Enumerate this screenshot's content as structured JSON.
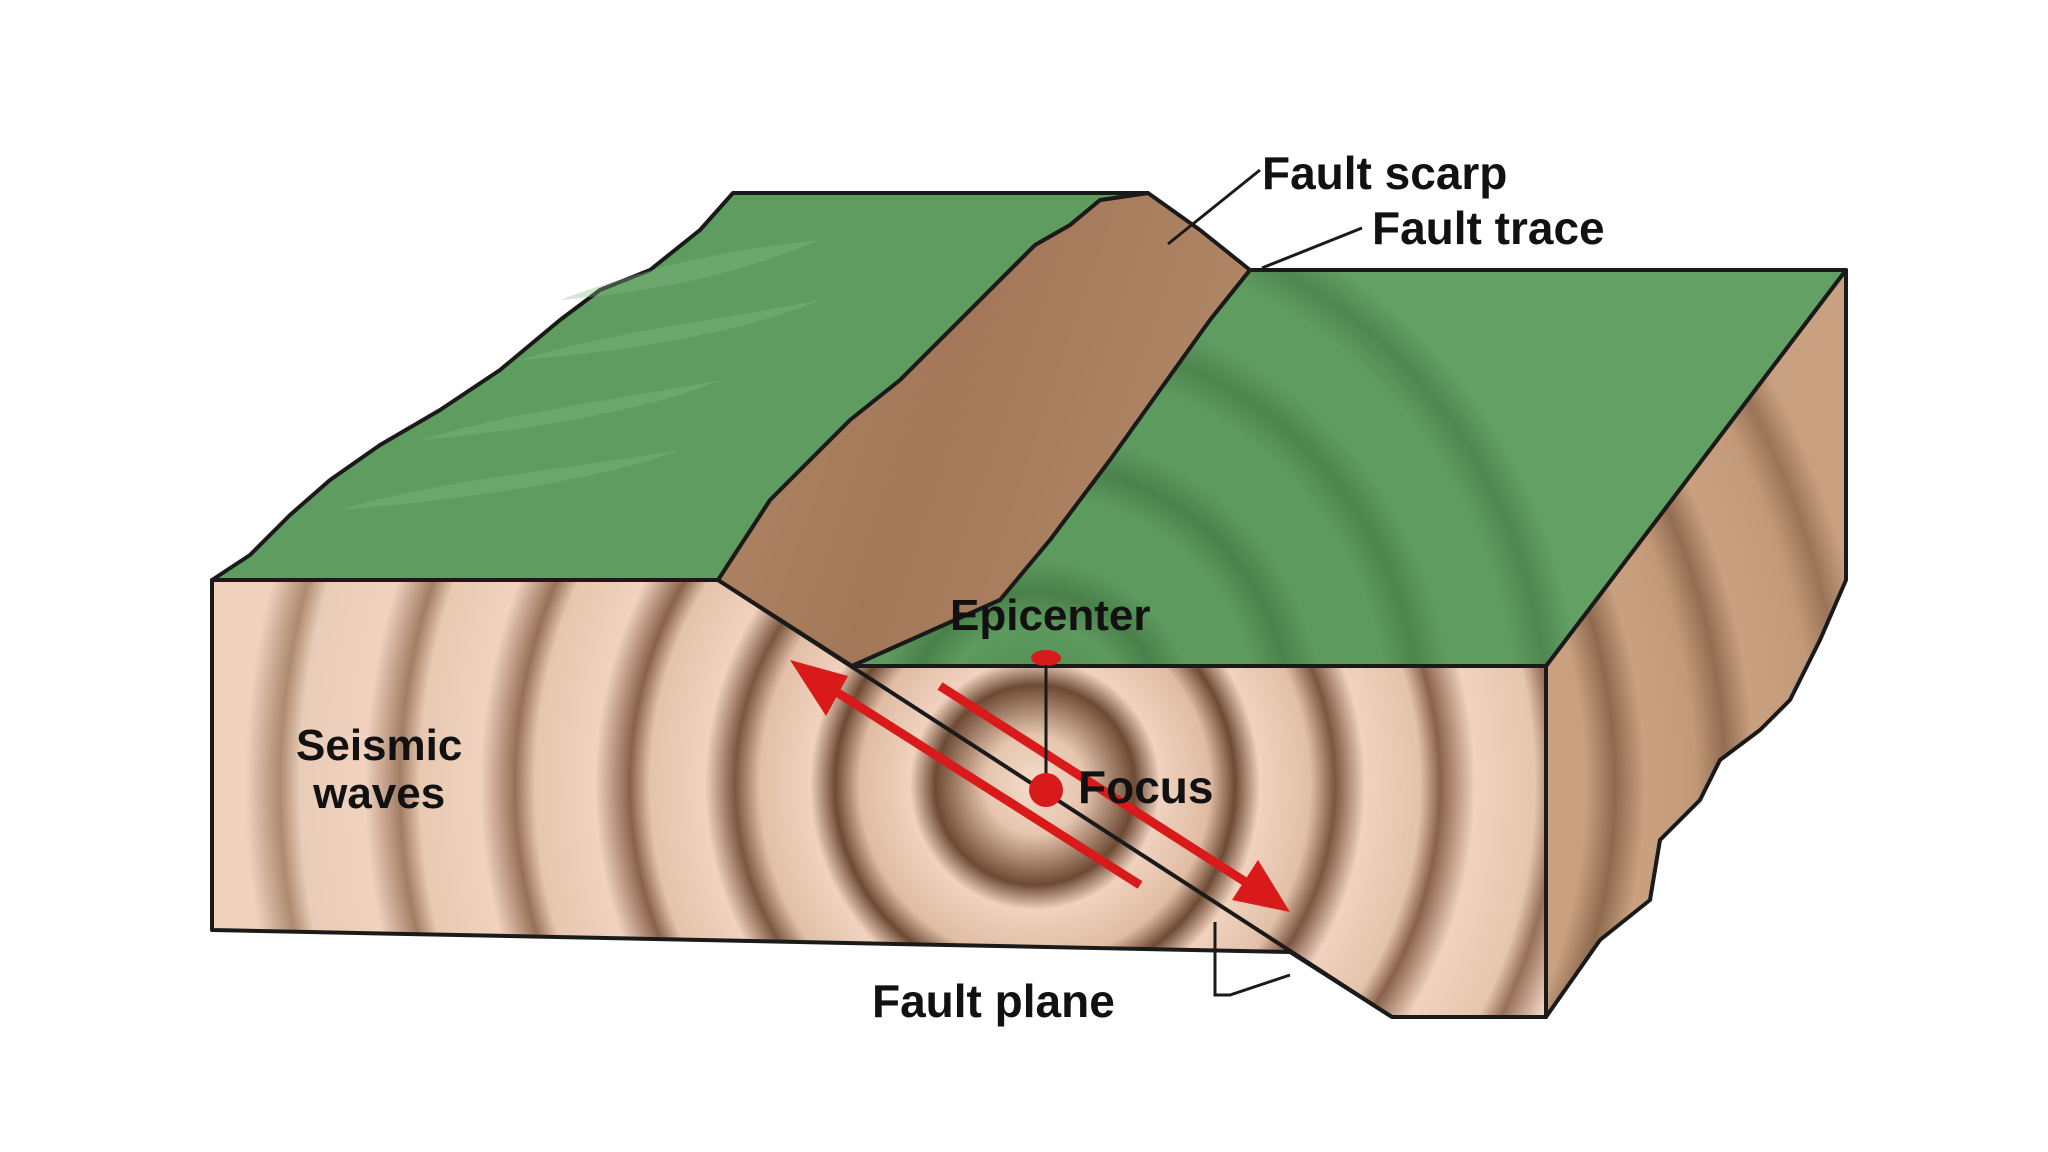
{
  "labels": {
    "fault_scarp": "Fault scarp",
    "fault_trace": "Fault trace",
    "epicenter": "Epicenter",
    "focus": "Focus",
    "seismic_waves_line1": "Seismic",
    "seismic_waves_line2": "waves",
    "fault_plane": "Fault plane"
  },
  "colors": {
    "ground_surface": "#5d9a5e",
    "scarp": "#a97f5f",
    "front_face": "#f0d2bf",
    "side_face": "#b98e6c",
    "wave_ring": "#7a543d",
    "arrows": "#d81a1a",
    "outline": "#1a1a1a"
  }
}
